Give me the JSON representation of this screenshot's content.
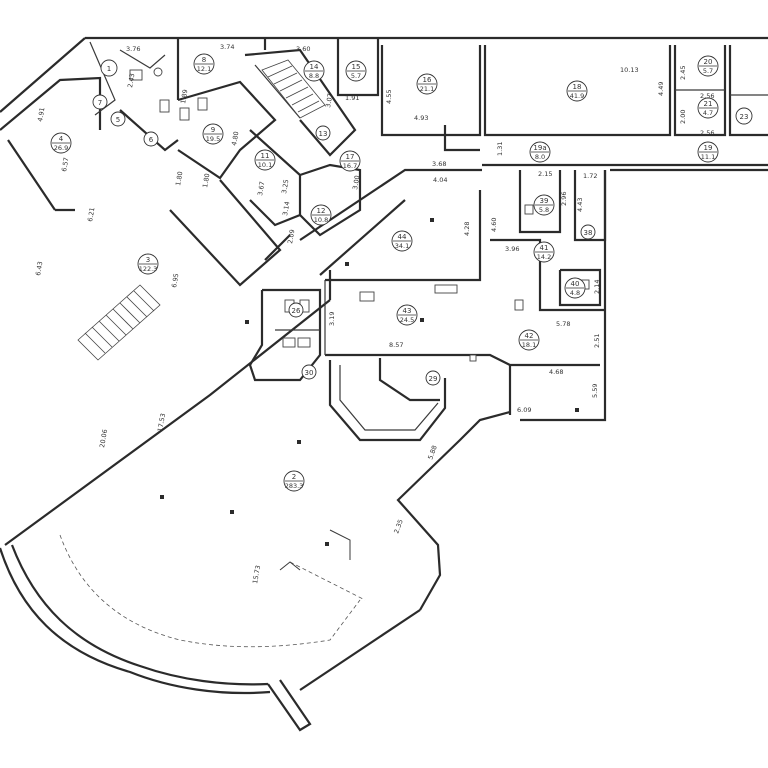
{
  "rooms": [
    {
      "number": "1",
      "area": ""
    },
    {
      "number": "2",
      "area": "283.3"
    },
    {
      "number": "3",
      "area": "122.3"
    },
    {
      "number": "4",
      "area": "26.9"
    },
    {
      "number": "5",
      "area": ""
    },
    {
      "number": "6",
      "area": ""
    },
    {
      "number": "7",
      "area": ""
    },
    {
      "number": "8",
      "area": "12.1"
    },
    {
      "number": "9",
      "area": "19.5"
    },
    {
      "number": "11",
      "area": "10.1"
    },
    {
      "number": "12",
      "area": "10.8"
    },
    {
      "number": "13",
      "area": ""
    },
    {
      "number": "14",
      "area": "8.8"
    },
    {
      "number": "15",
      "area": "5.7"
    },
    {
      "number": "16",
      "area": "21.1"
    },
    {
      "number": "17",
      "area": "16.7"
    },
    {
      "number": "18",
      "area": "41.9"
    },
    {
      "number": "19",
      "area": "11.1"
    },
    {
      "number": "19a",
      "area": "8.0"
    },
    {
      "number": "20",
      "area": "5.7"
    },
    {
      "number": "21",
      "area": "4.7"
    },
    {
      "number": "23",
      "area": ""
    },
    {
      "number": "26",
      "area": ""
    },
    {
      "number": "29",
      "area": ""
    },
    {
      "number": "30",
      "area": ""
    },
    {
      "number": "38",
      "area": ""
    },
    {
      "number": "39",
      "area": "5.8"
    },
    {
      "number": "40",
      "area": "4.8"
    },
    {
      "number": "41",
      "area": "14.2"
    },
    {
      "number": "42",
      "area": "18.1"
    },
    {
      "number": "43",
      "area": "24.5"
    },
    {
      "number": "44",
      "area": "34.1"
    }
  ],
  "dimensions": [
    "3.76",
    "3.74",
    "3.60",
    "2.43",
    "4.91",
    "6.57",
    "6.21",
    "6.43",
    "6.95",
    "4.80",
    "3.67",
    "3.07",
    "1.91",
    "4.55",
    "4.93",
    "10.13",
    "4.49",
    "2.45",
    "2.56",
    "2.00",
    "2.56",
    "1.31",
    "3.68",
    "4.04",
    "4.28",
    "4.60",
    "3.96",
    "2.15",
    "2.96",
    "1.72",
    "4.43",
    "2.14",
    "5.78",
    "2.51",
    "3.19",
    "8.57",
    "4.68",
    "5.59",
    "6.09",
    "5.88",
    "2.35",
    "20.06",
    "17.53",
    "15.73",
    "1.80",
    "3.25",
    "3.14",
    "2.09",
    "3.00",
    "1.80",
    "1.89"
  ]
}
